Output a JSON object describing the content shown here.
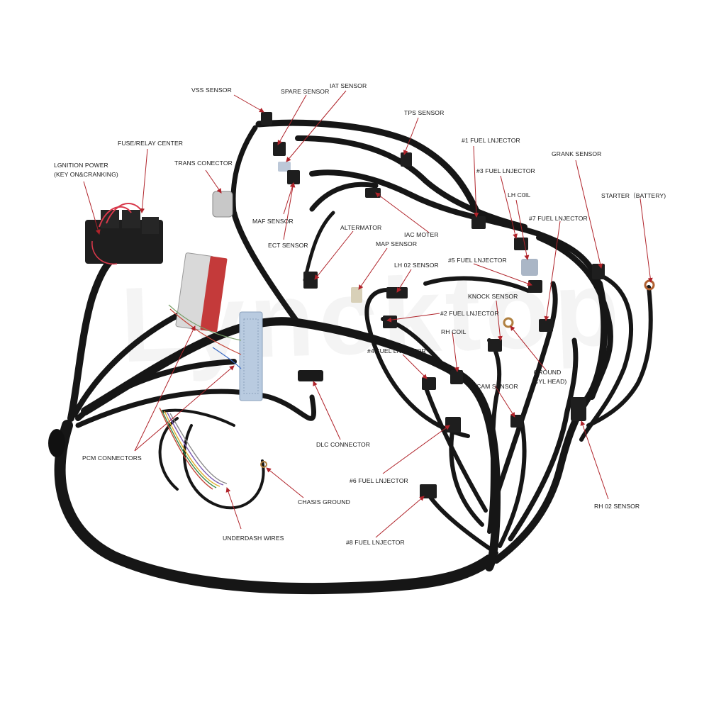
{
  "watermark": "Lyncktop",
  "labels": {
    "vss_sensor": "VSS SENSOR",
    "spare_sensor": "SPARE SENSOR",
    "iat_sensor": "IAT SENSOR",
    "tps_sensor": "TPS SENSOR",
    "fuse_relay_center": "FUSE/RELAY CENTER",
    "ignition_power_1": "LGNITION POWER",
    "ignition_power_2": "(KEY ON&CRANKING)",
    "trans_conector": "TRANS CONECTOR",
    "fuel_injector_1": "#1 FUEL LNJECTOR",
    "grank_sensor": "GRANK SENSOR",
    "fuel_injector_3": "#3 FUEL LNJECTOR",
    "lh_coil": "LH C0IL",
    "starter": "STARTER（BATTERY)",
    "maf_sensor": "MAF SENSOR",
    "fuel_injector_7": "#7 FUEL LNJECTOR",
    "alternator": "ALTERMATOR",
    "iac_motor": "IAC MOTER",
    "ect_sensor": "ECT SENSOR",
    "map_sensor": "MAP SENSOR",
    "fuel_injector_5": "#5 FUEL LNJECTOR",
    "lh_o2_sensor": "LH 02 SENSOR",
    "knock_sensor": "KNOCK SENSOR",
    "fuel_injector_2": "#2 FUEL LNJECTOR",
    "rh_coil": "RH COIL",
    "fuel_injector_4": "#4 FUEL LNJECTOR",
    "ground_1": "GROUND",
    "ground_2": "(CYL HEAD)",
    "cam_sensor": "CAM SENSOR",
    "pcm_connectors": "PCM CONNECTORS",
    "dlc_connector": "DLC CONNECTOR",
    "fuel_injector_6": "#6 FUEL LNJECTOR",
    "rh_o2_sensor": "RH 02 SENSOR",
    "chasis_ground": "CHASIS GROUND",
    "underdash_wires": "UNDERDASH WIRES",
    "fuel_injector_8": "#8 FUEL LNJECTOR"
  },
  "colors": {
    "wire": "#161616",
    "arrow": "#b0232a",
    "pcm_red": "#c43a3a",
    "pcm_blue": "#b9cbe0",
    "relay_red": "#d8384a"
  }
}
